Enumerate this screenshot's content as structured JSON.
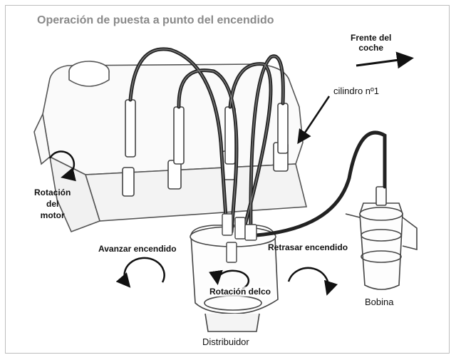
{
  "title": "Operación de puesta a punto del encendido",
  "labels": {
    "frente": "Frente del\ncoche",
    "cilindro": "cilindro nº1",
    "rotacion_motor": "Rotación\ndel\nmotor",
    "avanzar": "Avanzar encendido",
    "retrasar": "Retrasar encendido",
    "rotacion_delco": "Rotación delco",
    "bobina": "Bobina",
    "distribuidor": "Distribuidor"
  },
  "colors": {
    "title": "#8a8a8a",
    "line": "#1a1a1a",
    "cable": "#222222",
    "frame": "#bdbdbd"
  }
}
